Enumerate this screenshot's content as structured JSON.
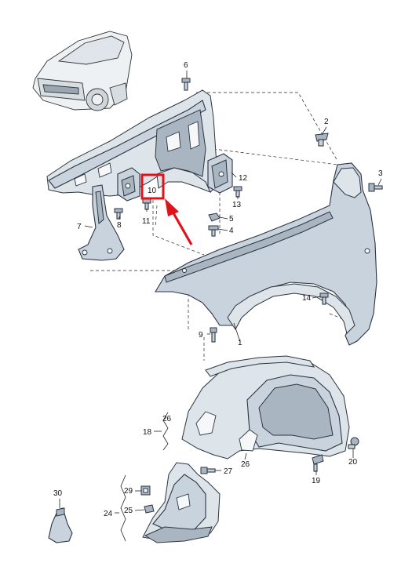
{
  "labels": {
    "l1": "1",
    "l2": "2",
    "l3": "3",
    "l4": "4",
    "l5": "5",
    "l6": "6",
    "l7": "7",
    "l8": "8",
    "l9": "9",
    "l10": "10",
    "l11": "11",
    "l12": "12",
    "l13": "13",
    "l14": "14",
    "l18": "18",
    "l19": "19",
    "l20": "20",
    "l24": "24",
    "l25": "25",
    "l26a": "26",
    "l26b": "26",
    "l27": "27",
    "l29": "29",
    "l30": "30"
  },
  "highlight": {
    "part": "10",
    "color": "#e0131a"
  }
}
